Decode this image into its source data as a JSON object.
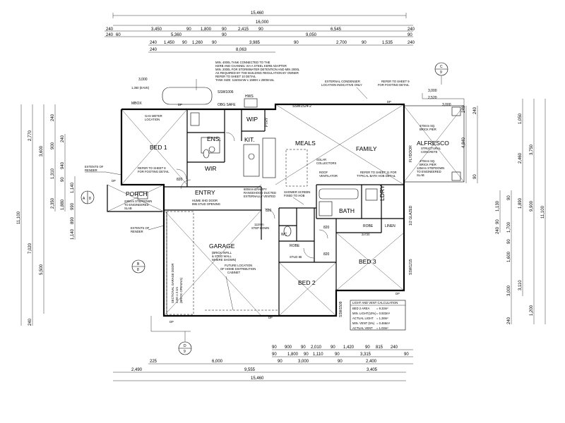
{
  "dimensions": {
    "top": {
      "overall": "15,460",
      "row2": "16,000",
      "row3": [
        "3,450",
        "90",
        "1,800",
        "90",
        "2,415",
        "90",
        "6,545"
      ],
      "row3_ends": [
        "240",
        "240"
      ],
      "row4": [
        "5,360",
        "90",
        "9,050"
      ],
      "row4_ends": [
        "240",
        "60",
        "90"
      ],
      "row5": [
        "1,450",
        "90",
        "1,260",
        "90",
        "3,985",
        "90",
        "2,700",
        "90",
        "1,535"
      ],
      "row5_ends": [
        "240",
        "240"
      ],
      "row6": [
        "8,063"
      ],
      "row6_ends": [
        "240"
      ]
    },
    "bottom": {
      "row1": [
        "90",
        "900",
        "90",
        "2,010",
        "90",
        "1,420",
        "90",
        "815",
        "240"
      ],
      "row2": [
        "90",
        "1,800",
        "90",
        "1,110",
        "90",
        "3,315",
        "90"
      ],
      "row3": [
        "225",
        "6,000",
        "90",
        "3,000",
        "90",
        "2,400"
      ],
      "row4": [
        "2,490",
        "9,555",
        "3,405"
      ],
      "overall": "15,460"
    },
    "left": {
      "outer": "11,100",
      "col2": [
        "2,770",
        "7,020",
        "240"
      ],
      "col3": [
        "3,600",
        "5,500"
      ],
      "col4": [
        "240",
        "900",
        "1,310",
        "2,350"
      ],
      "col5": [
        "240",
        "940",
        "90",
        "1,880"
      ],
      "col6": [
        "1,140",
        "990",
        "890",
        "1,140"
      ]
    },
    "right": {
      "outer": "11,100",
      "col2": [
        "3,750",
        "9,900",
        "1,200"
      ],
      "col3": [
        "1,050",
        "2,460",
        "1,890",
        "3,110"
      ],
      "col4": [
        "240",
        "4,840",
        "240",
        "90"
      ],
      "col5": [
        "90",
        "1,700",
        "90",
        "1,600",
        "3,000",
        "240"
      ],
      "col6": [
        "1,130",
        "90",
        "240"
      ]
    }
  },
  "rooms": {
    "bed1": "BED 1",
    "ens": "ENS.",
    "wip": "WIP",
    "kit": "KIT.",
    "meals": "MEALS",
    "family": "FAMILY",
    "alfresco": "ALFRESCO",
    "wir": "WIR",
    "entry": "ENTRY",
    "porch": "PORCH",
    "garage": "GARAGE",
    "bath": "BATH",
    "ldry": "LDRY",
    "robe_bed3": "ROBE",
    "linen": "LINEN",
    "robe_bed2": "ROBE",
    "bed2": "BED 2",
    "bed3": "BED 3",
    "wc": "WC",
    "mbox": "MBOX",
    "hws": "HWS",
    "pty": "PTRY"
  },
  "notes": {
    "tank": [
      "MIN. 4000L TANK CONNECTED TO THE",
      "KERB AND CHANNEL VIA A STEEL KERB ADAPTER",
      "MIN. 2000L FOR STORMWATER DETENTION AND MIN 2000L",
      "AS REQUIRED BY THE BUILDING REGULATION BY OWNER",
      "REFER TO SHEET 10 DETAIL",
      "TANK SIZE: 1150mmW x 1590H x 2800mmL"
    ],
    "ssw1006": "SSW1006",
    "obg_safe": "OBG SAFE",
    "ssw1524": "SSW1524-2",
    "gas_meter": [
      "GAS METER",
      "LOCATION"
    ],
    "condenser": [
      "EXTERNAL CONDENSER",
      "LOCATION INDICATIVE ONLY"
    ],
    "refer_sheet9": [
      "REFER TO SHEET 9",
      "FOR FOOTING DETAIL"
    ],
    "extents_render1": [
      "EXTENTS OF",
      "RENDER"
    ],
    "extents_render2": [
      "EXTENTS OF",
      "RENDER"
    ],
    "refer_sheet8": [
      "REFER TO SHEET 8",
      "FOR FOOTING DETAIL"
    ],
    "step_porch": [
      "230mm STEPDOWN",
      "TO ENGINEERED",
      "SLAB"
    ],
    "hume_door": [
      "HUME XHD DOOR",
      "895 STUD OPENING"
    ],
    "canopy": [
      "600mm CANOPY",
      "RANGEHOOD DUCTED",
      "EXTERNALLY VENTED"
    ],
    "shower_screen": [
      "SHOWER SCREEN",
      "FIXED TO HOB"
    ],
    "roof_vent": [
      "ROOF",
      "VENTILATOR"
    ],
    "solar": [
      "SOLAR",
      "COLLECTORS"
    ],
    "refer_sheet11": [
      "REFER TO SHEET 11 FOR",
      "TYPICAL BATH HOB DETAIL"
    ],
    "brick_pier1": [
      "470mm SQ.",
      "BRICK PIER"
    ],
    "brick_pier2": [
      "470mm SQ.",
      "BRICK PIER"
    ],
    "structural_slab": [
      "STRUCTURAL",
      "CONCRETE"
    ],
    "stepdown_slab": [
      "125mm STEPDOWN",
      "TO ENGINEERED",
      "SLAB"
    ],
    "flydoor": "FLYDOOR",
    "half_glazed": "1/2 GLAZED",
    "step_down": [
      "112mm",
      "STEP DOWN"
    ],
    "garage_wall": [
      "(BRICK INFILL",
      "& STUD WALL",
      "WHERE SHOWN)"
    ],
    "garage_door": [
      "SECTIONAL GARAGE DOOR",
      "4.8m x 2.1m",
      "(BRICK OPENING)"
    ],
    "distribution": [
      "FUTURE LOCATION",
      "OF HOME DISTRIBUTION",
      "CABINET"
    ],
    "ssw1215": "SSW1215",
    "ssw1509": "SSW1509",
    "stud_opening": "STUD 86",
    "door_820_a": "820",
    "door_820_b": "820",
    "door_820_c": "820",
    "door_820_d": "820",
    "door_720": "2x720",
    "dp1": "DP",
    "dp2": "DP",
    "dp3": "DP",
    "dp4": "DP",
    "dp5": "DP",
    "dp6": "DP",
    "sheet_3000": "3,000",
    "sheet_2520": "2,520",
    "wall_3000": "3,000",
    "sheet_1350": "1,350 (EAVE)",
    "sheet_3x": "3,000"
  },
  "section_markers": [
    {
      "id": "C",
      "sheet": "9"
    },
    {
      "id": "A",
      "sheet": "8"
    },
    {
      "id": "B",
      "sheet": "8"
    },
    {
      "id": "D",
      "sheet": "9"
    }
  ],
  "ventilation": {
    "title": "LIGHT AND VENT CALCULATION",
    "rows": [
      {
        "label": "BED 2 AREA",
        "value": "= 9.33m²"
      },
      {
        "label": "MIN. LIGHT(10%)",
        "value": "= 0.933m²"
      },
      {
        "label": "ACTUAL LIGHT",
        "value": "= 1.28m²"
      },
      {
        "label": "MIN. VENT (5%)",
        "value": "= 0.466m²"
      },
      {
        "label": "ACTUAL VENT",
        "value": "= 1.03m²"
      }
    ]
  }
}
